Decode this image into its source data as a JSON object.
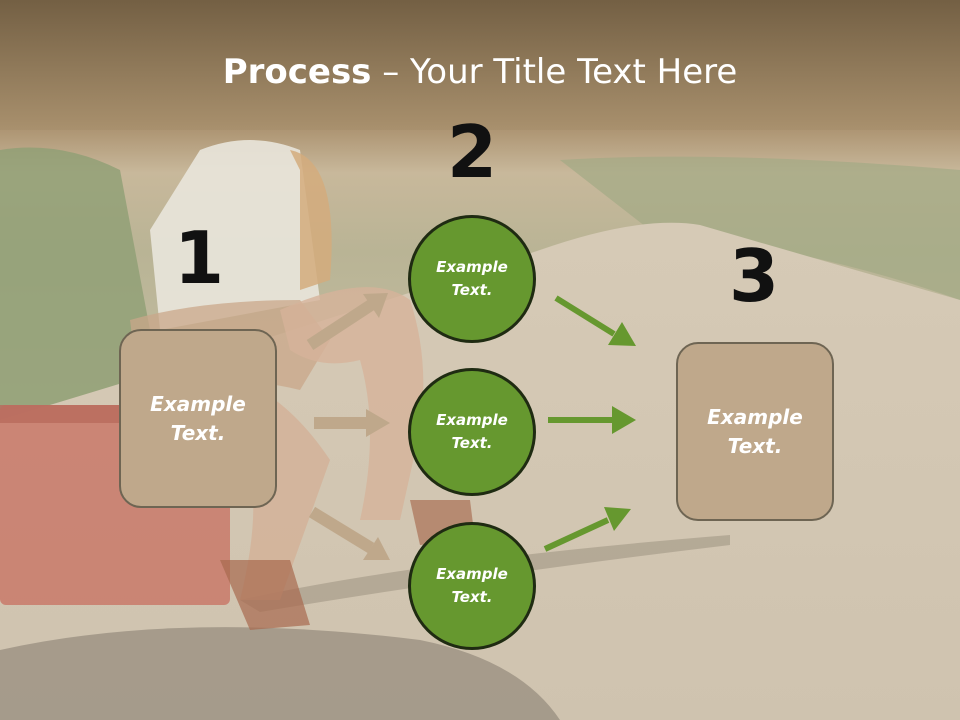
{
  "title": {
    "bold": "Process",
    "rest": " – Your Title Text Here"
  },
  "steps": {
    "n1": "1",
    "n2": "2",
    "n3": "3"
  },
  "box_left": {
    "text": "Example Text."
  },
  "box_right": {
    "text": "Example Text."
  },
  "circles": [
    {
      "text": "Example Text."
    },
    {
      "text": "Example Text."
    },
    {
      "text": "Example Text."
    }
  ],
  "colors": {
    "box_fill": "#bfa88b",
    "circle_fill": "#66982f",
    "tan_arrow": "#bfa88b",
    "green_arrow": "#66982f",
    "number": "#111111"
  }
}
